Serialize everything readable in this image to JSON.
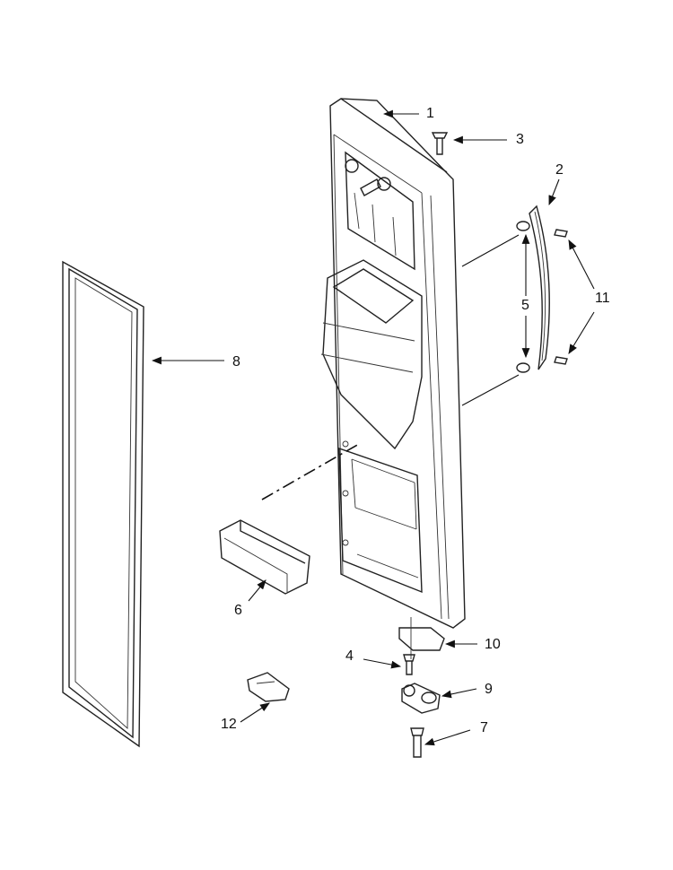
{
  "callouts": [
    {
      "id": "1",
      "text": "1"
    },
    {
      "id": "2",
      "text": "2"
    },
    {
      "id": "3",
      "text": "3"
    },
    {
      "id": "4",
      "text": "4"
    },
    {
      "id": "5",
      "text": "5"
    },
    {
      "id": "6",
      "text": "6"
    },
    {
      "id": "7",
      "text": "7"
    },
    {
      "id": "8",
      "text": "8"
    },
    {
      "id": "9",
      "text": "9"
    },
    {
      "id": "10",
      "text": "10"
    },
    {
      "id": "11",
      "text": "11"
    },
    {
      "id": "12",
      "text": "12"
    }
  ],
  "colors": {
    "line": "#222222",
    "background": "#ffffff"
  }
}
